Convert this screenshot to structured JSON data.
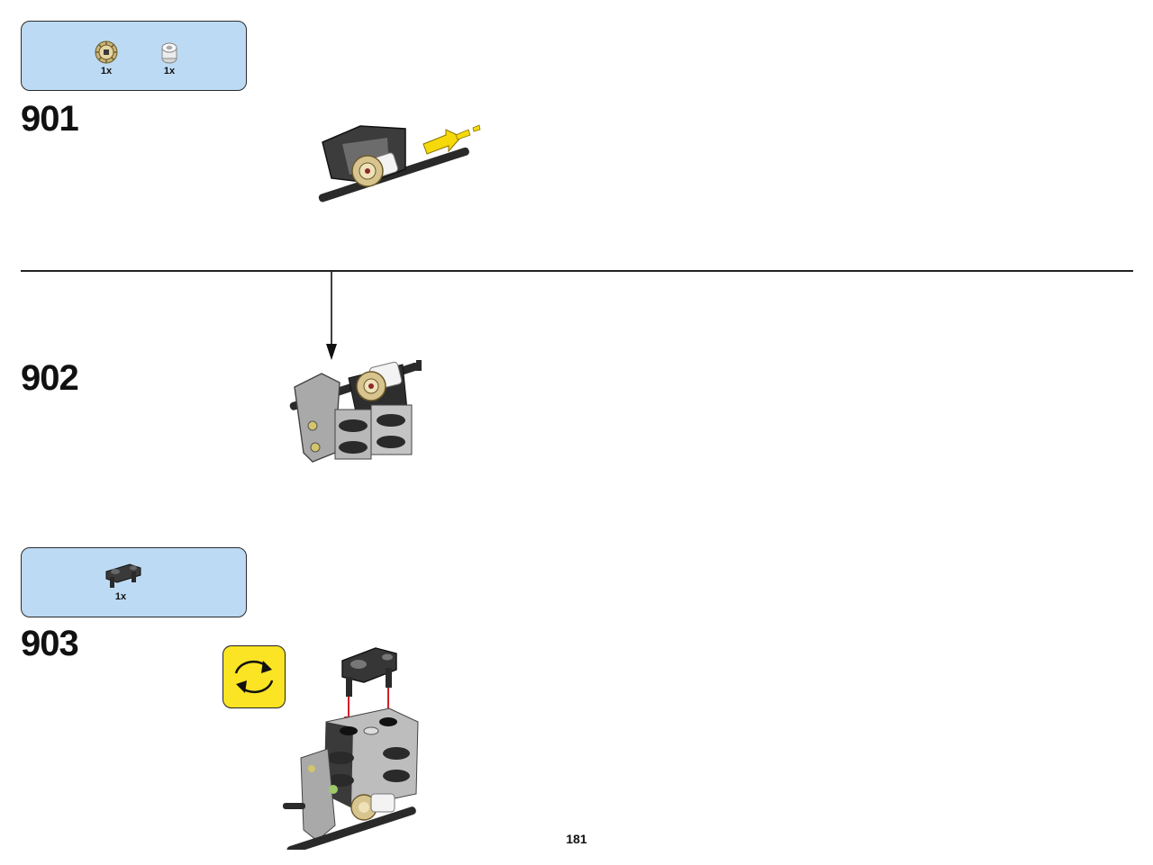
{
  "steps": [
    {
      "number": "901",
      "parts": [
        {
          "icon": "bevel-gear-icon",
          "qty": "1x"
        },
        {
          "icon": "bush-icon",
          "qty": "1x"
        }
      ]
    },
    {
      "number": "902"
    },
    {
      "number": "903",
      "parts": [
        {
          "icon": "axle-connector-icon",
          "qty": "1x"
        }
      ],
      "callout": "rotate-model-icon"
    }
  ],
  "page": {
    "number": "181"
  },
  "colors": {
    "parts_box": "#bcdaf3",
    "rotate_bg": "#fbe423",
    "insert_arrow": "#f5d90a",
    "attach_arrow": "#d4202a"
  }
}
